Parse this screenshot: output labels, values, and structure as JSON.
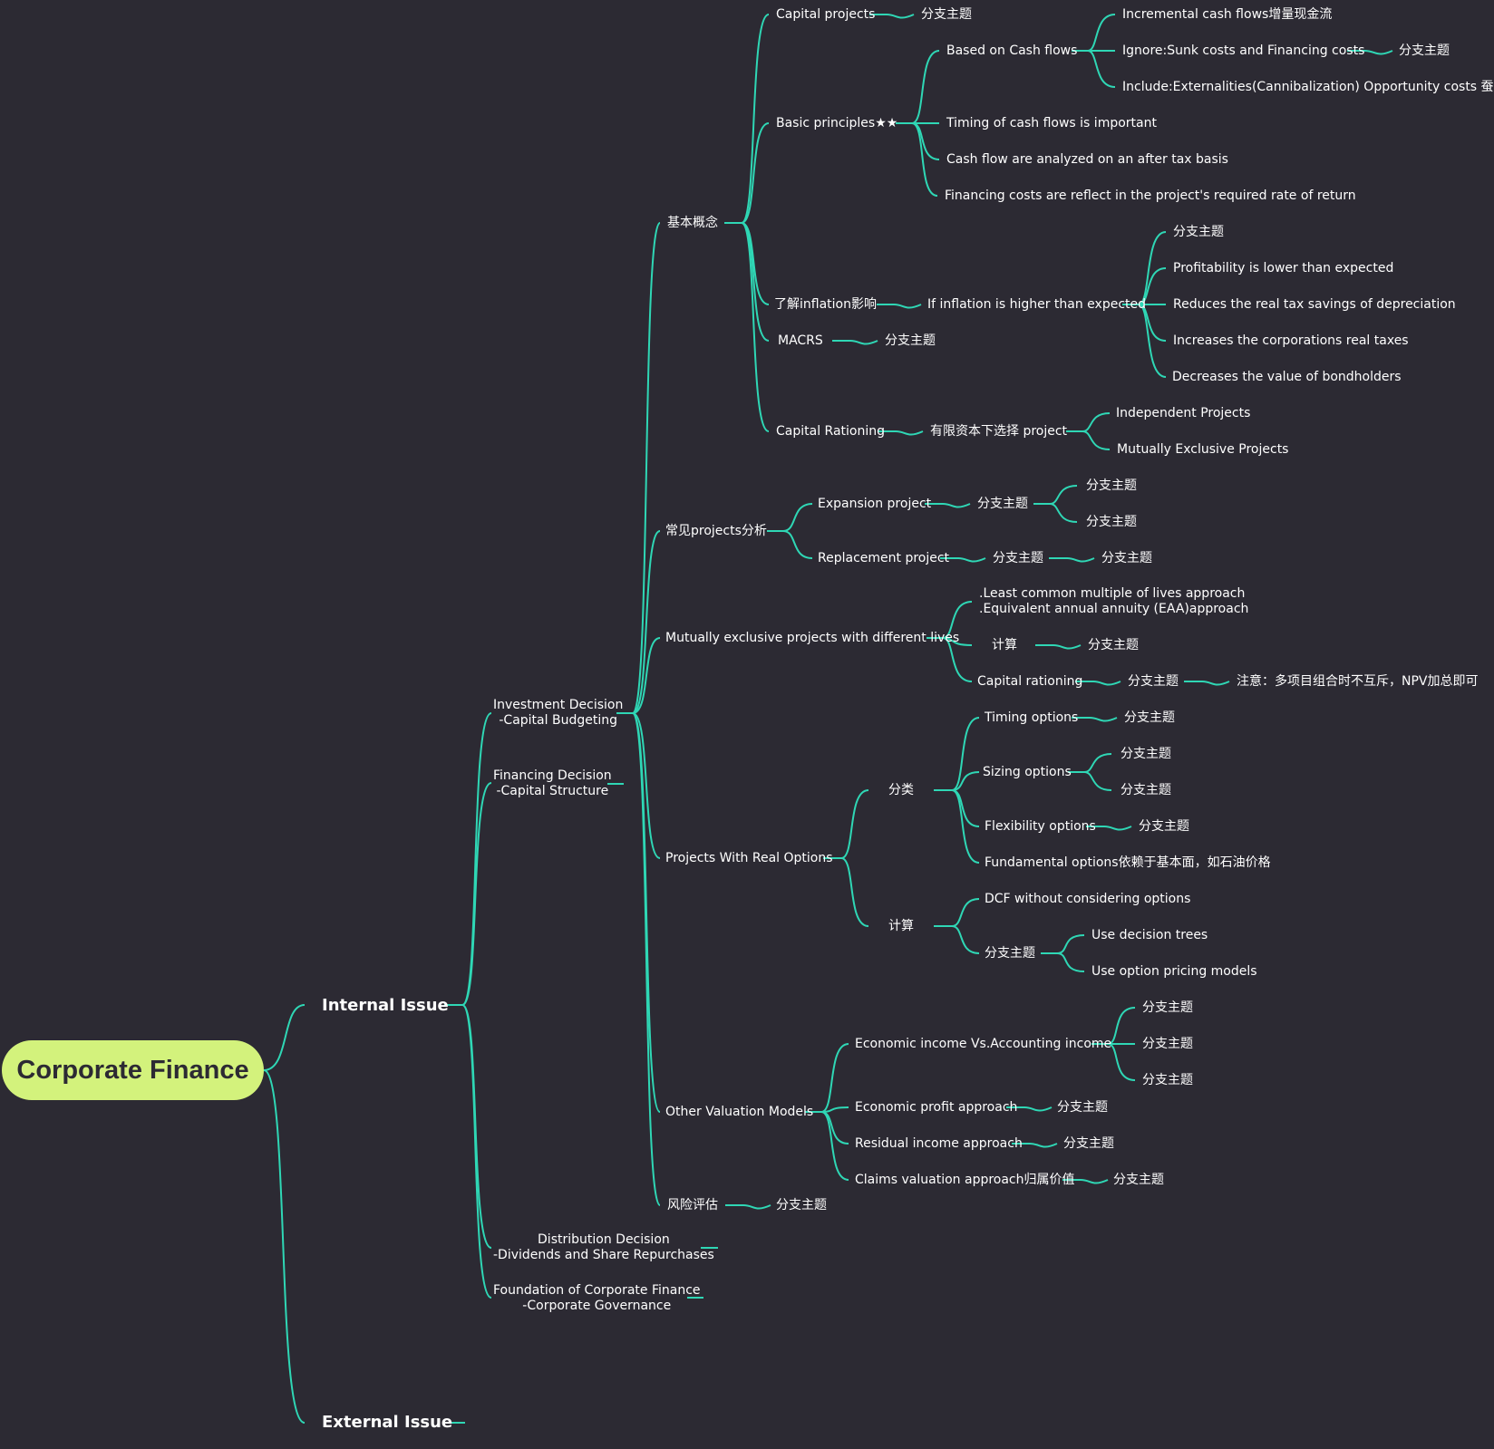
{
  "root": "Corporate Finance",
  "colors": {
    "background": "#2c2a33",
    "branch": "#2fd7b5",
    "root_fill": "#d3f27c",
    "text": "#ffffff"
  },
  "nodes": {
    "internal": "Internal Issue",
    "external": "External Issue",
    "investment": "Investment Decision\n-Capital Budgeting",
    "financing": "Financing Decision\n-Capital Structure",
    "distribution": "Distribution Decision\n-Dividends and Share Repurchases",
    "foundation": "Foundation of Corporate Finance\n-Corporate Governance",
    "jiben": "基本概念",
    "capproj": "Capital projects",
    "capproj_t": "分支主题",
    "basic": "Basic principles★★",
    "cashflows": "Based on Cash flows",
    "incremental": "Incremental cash flows增量现金流",
    "ignore": "Ignore:Sunk costs and Financing costs",
    "ignore_t": "分支主题",
    "include": "Include:Externalities(Cannibalization) Opportunity costs 蚕食替代",
    "timing": "Timing of cash flows is important",
    "aftertax": "Cash flow are analyzed on an after tax basis",
    "finreflect": "Financing costs are reflect in the project's required rate of return",
    "inflation": "了解inflation影响",
    "ifinfl": "If inflation is higher than expected",
    "infl_t": "分支主题",
    "profit": "Profitability is lower than expected",
    "reduces": "Reduces the real tax savings of depreciation",
    "increases": "Increases the corporations real taxes",
    "decreases": "Decreases the value of bondholders",
    "macrs": "MACRS",
    "macrs_t": "分支主题",
    "caprat": "Capital Rationing",
    "youxian": "有限资本下选择 project",
    "indep": "Independent Projects",
    "mutex": "Mutually Exclusive Projects",
    "changjian": "常见projects分析",
    "expansion": "Expansion project",
    "exp_t": "分支主题",
    "exp_t1": "分支主题",
    "exp_t2": "分支主题",
    "replacement": "Replacement project",
    "rep_t": "分支主题",
    "rep_t2": "分支主题",
    "mutual": "Mutually exclusive projects with different lives",
    "lcm": ".Least common multiple of lives approach\n.Equivalent annual annuity (EAA)approach",
    "jisuan1": "计算",
    "jisuan1_t": "分支主题",
    "caprat2": "Capital rationing",
    "caprat2_t": "分支主题",
    "caprat2_note": "注意：多项目组合时不互斥，NPV加总即可",
    "realopt": "Projects With Real Options",
    "fenlei": "分类",
    "timingopt": "Timing options",
    "timingopt_t": "分支主题",
    "sizing": "Sizing options",
    "sizing_t1": "分支主题",
    "sizing_t2": "分支主题",
    "flex": "Flexibility options",
    "flex_t": "分支主题",
    "fund": "Fundamental options依赖于基本面，如石油价格",
    "jisuan2": "计算",
    "dcf": "DCF without considering options",
    "js2_t": "分支主题",
    "trees": "Use decision trees",
    "pricing": "Use option pricing models",
    "otherval": "Other Valuation Models",
    "econinc": "Economic income Vs.Accounting income",
    "econinc_t1": "分支主题",
    "econinc_t2": "分支主题",
    "econinc_t3": "分支主题",
    "econprofit": "Economic profit approach",
    "econprofit_t": "分支主题",
    "residual": "Residual income approach",
    "residual_t": "分支主题",
    "claims": "Claims valuation approach归属价值",
    "claims_t": "分支主题",
    "risk": "风险评估",
    "risk_t": "分支主题"
  }
}
